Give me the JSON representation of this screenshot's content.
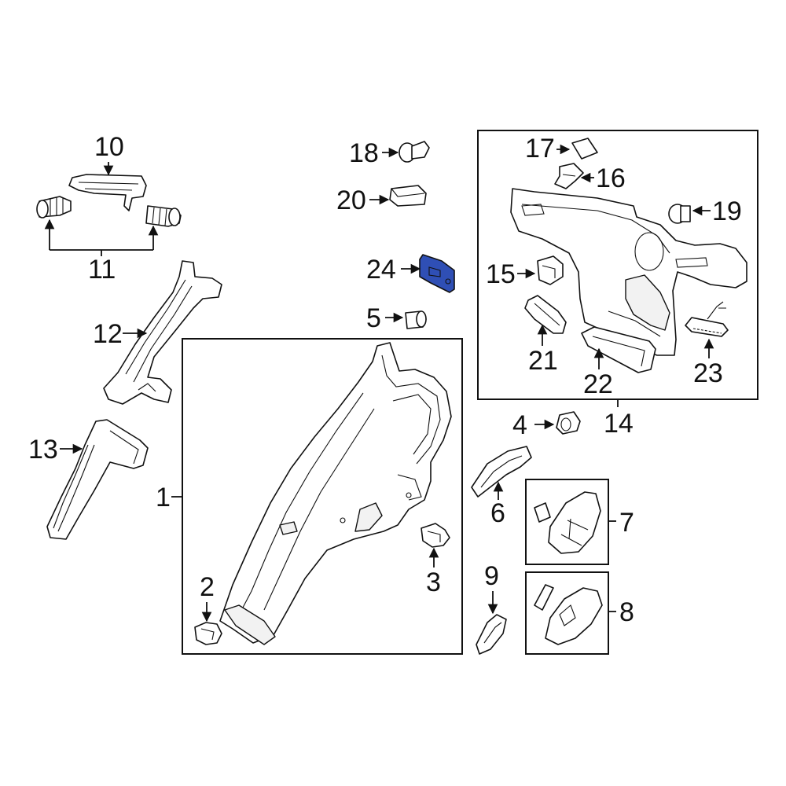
{
  "callouts": {
    "c1": "1",
    "c2": "2",
    "c3": "3",
    "c4": "4",
    "c5": "5",
    "c6": "6",
    "c7": "7",
    "c8": "8",
    "c9": "9",
    "c10": "10",
    "c11": "11",
    "c12": "12",
    "c13": "13",
    "c14": "14",
    "c15": "15",
    "c16": "16",
    "c17": "17",
    "c18": "18",
    "c19": "19",
    "c20": "20",
    "c21": "21",
    "c22": "22",
    "c23": "23",
    "c24": "24"
  },
  "colors": {
    "highlight_part": "#2f4fb5",
    "line": "#111111",
    "background": "#ffffff"
  },
  "highlighted_part": "24"
}
